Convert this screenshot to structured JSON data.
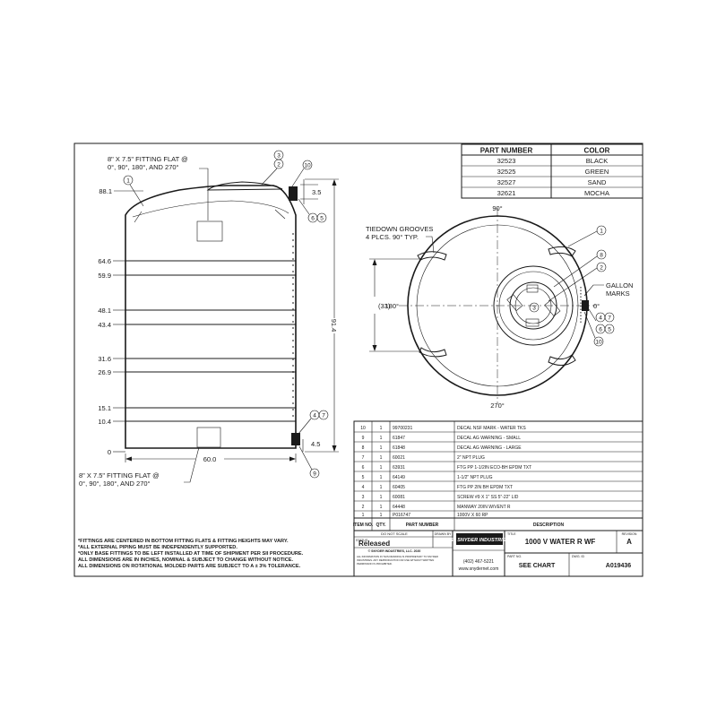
{
  "color_table": {
    "headers": [
      "PART NUMBER",
      "COLOR"
    ],
    "rows": [
      [
        "32523",
        "BLACK"
      ],
      [
        "32525",
        "GREEN"
      ],
      [
        "32527",
        "SAND"
      ],
      [
        "32621",
        "MOCHA"
      ]
    ]
  },
  "side_view": {
    "top_fitting_note": [
      "8\" X 7.5\" FITTING FLAT @",
      "0°, 90°, 180°, AND 270°"
    ],
    "bottom_fitting_note": [
      "8\" X 7.5\" FITTING FLAT @",
      "0°, 90°, 180°, AND 270°"
    ],
    "height_marks": [
      "88.1",
      "64.6",
      "59.9",
      "48.1",
      "43.4",
      "31.6",
      "26.9",
      "15.1",
      "10.4",
      "0"
    ],
    "overall_height": "91.4",
    "width": "60.0",
    "dim_top": "3.5",
    "dim_bottom": "4.5",
    "balloons": [
      "3",
      "2",
      "1",
      "10",
      "6",
      "5",
      "4",
      "7",
      "9"
    ]
  },
  "top_view": {
    "tiedown_note": [
      "TIEDOWN GROOVES",
      "4 PLCS. 90° TYP."
    ],
    "gallon_note": [
      "GALLON",
      "MARKS"
    ],
    "angle_top": "90°",
    "angle_left": "180°",
    "angle_right": "0°",
    "angle_bottom": "270°",
    "diameter_label": "(33)",
    "balloons": [
      "1",
      "8",
      "2",
      "3",
      "4",
      "7",
      "6",
      "5",
      "10"
    ]
  },
  "bom": {
    "rows": [
      {
        "item": "10",
        "qty": "1",
        "part": "99700231",
        "desc": "DECAL NSF MARK - WATER TKS"
      },
      {
        "item": "9",
        "qty": "1",
        "part": "61847",
        "desc": "DECAL AG WARNING - SMALL"
      },
      {
        "item": "8",
        "qty": "1",
        "part": "61848",
        "desc": "DECAL AG WARNING - LARGE"
      },
      {
        "item": "7",
        "qty": "1",
        "part": "60021",
        "desc": "2\" NPT PLUG"
      },
      {
        "item": "6",
        "qty": "1",
        "part": "63931",
        "desc": "FTG PP 1-1/2IN ECO-BH EPDM TXT"
      },
      {
        "item": "5",
        "qty": "1",
        "part": "64149",
        "desc": "1-1/2\" NPT PLUG"
      },
      {
        "item": "4",
        "qty": "1",
        "part": "60405",
        "desc": "FTG PP 2IN BH EPDM TXT"
      },
      {
        "item": "3",
        "qty": "1",
        "part": "60081",
        "desc": "SCREW #9 X 1\" SS 5\"-22\" LID"
      },
      {
        "item": "2",
        "qty": "1",
        "part": "64448",
        "desc": "MANWAY 20IN W/VENT R"
      },
      {
        "item": "1",
        "qty": "1",
        "part": "P016747",
        "desc": "1000V X 60 RP"
      }
    ],
    "header": {
      "item": "ITEM NO.",
      "qty": "QTY.",
      "part": "PART NUMBER",
      "desc": "DESCRIPTION"
    }
  },
  "title_block": {
    "do_not_scale": "DO NOT SCALE",
    "drawn_by": "DRAWN BY",
    "status_label": "STATUS",
    "status": "Released",
    "copyright": "© SNYDER INDUSTRIES, LLC. 2020",
    "logo": "SII SNYDER INDUSTRIES",
    "phone": "(402) 467-5221",
    "website": "www.snydernet.com",
    "title_label": "TITLE",
    "title": "1000 V WATER R WF",
    "revision_label": "REVISION",
    "revision": "A",
    "part_no_label": "PART NO.",
    "part_no": "SEE CHART",
    "dwg_label": "DWG. ID",
    "dwg_id": "A019436"
  },
  "notes": [
    "*FITTINGS ARE CENTERED IN BOTTOM FITTING FLATS & FITTING HEIGHTS MAY VARY.",
    "*ALL EXTERNAL PIPING MUST BE INDEPENDENTLY SUPPORTED.",
    "*ONLY BASE FITTINGS TO BE LEFT INSTALLED AT TIME OF SHIPMENT PER SII PROCEDURE.",
    "ALL DIMENSIONS ARE IN INCHES, NOMINAL & SUBJECT TO CHANGE WITHOUT NOTICE.",
    "ALL DIMENSIONS ON ROTATIONAL MOLDED PARTS ARE SUBJECT TO A ± 3% TOLERANCE."
  ]
}
